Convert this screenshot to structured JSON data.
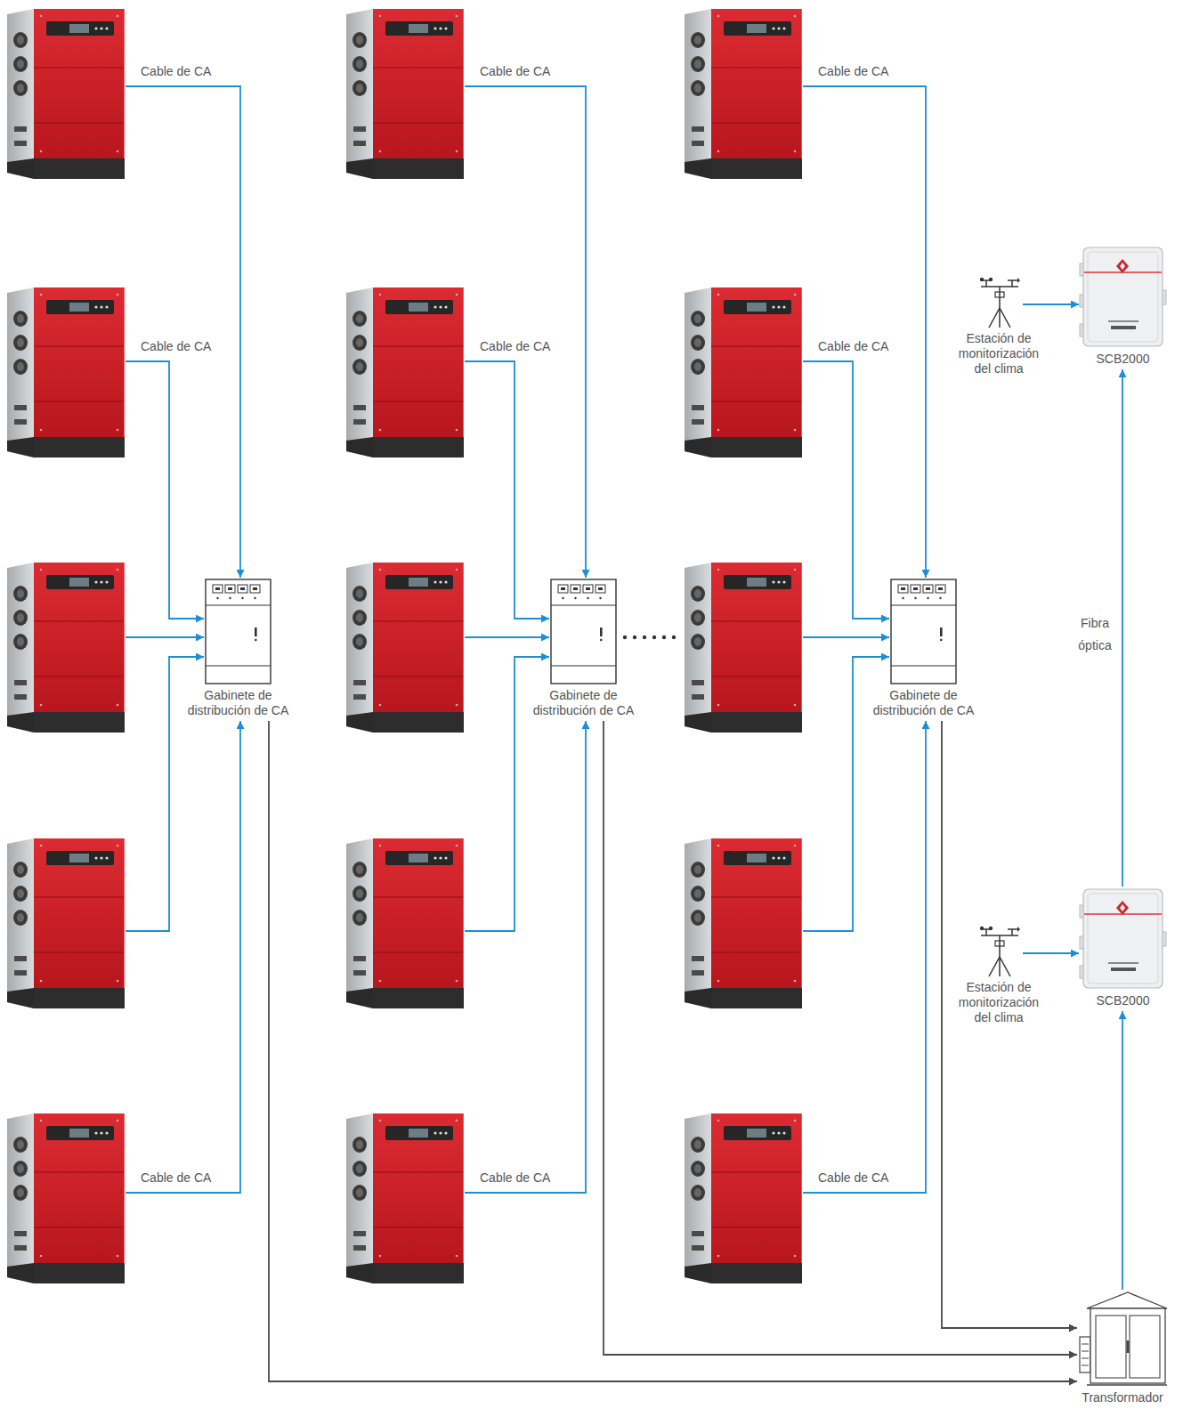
{
  "diagram": {
    "nodes": [
      {
        "text": []
      },
      {
        "text": []
      },
      {
        "text": []
      },
      {
        "text": []
      },
      {
        "text": []
      },
      {
        "text": [
          "Gabinete de distribución de CA"
        ]
      },
      {
        "text": []
      },
      {
        "text": []
      },
      {
        "text": []
      },
      {
        "text": []
      },
      {
        "text": []
      },
      {
        "text": [
          "Gabinete de distribución de CA"
        ]
      },
      {
        "text": []
      },
      {
        "text": []
      },
      {
        "text": []
      },
      {
        "text": []
      },
      {
        "text": []
      },
      {
        "text": [
          "Gabinete de distribución de CA"
        ]
      },
      {
        "text": [
          "Estación de monitorización del clima"
        ]
      },
      {
        "text": [
          "SCB2000"
        ]
      },
      {
        "text": [
          "Estación de monitorización del clima"
        ]
      },
      {
        "text": [
          "SCB2000"
        ]
      },
      {
        "text": [
          "Transformador"
        ]
      }
    ],
    "edges": [
      {
        "from": 0,
        "to": 5,
        "arrow": "to",
        "label": "Cable de CA"
      },
      {
        "from": 1,
        "to": 5,
        "arrow": "to",
        "label": "Cable de CA"
      },
      {
        "from": 2,
        "to": 5,
        "arrow": "to"
      },
      {
        "from": 3,
        "to": 5,
        "arrow": "to"
      },
      {
        "from": 4,
        "to": 5,
        "arrow": "to",
        "label": "Cable de CA"
      },
      {
        "from": 6,
        "to": 11,
        "arrow": "to",
        "label": "Cable de CA"
      },
      {
        "from": 7,
        "to": 11,
        "arrow": "to",
        "label": "Cable de CA"
      },
      {
        "from": 8,
        "to": 11,
        "arrow": "to"
      },
      {
        "from": 9,
        "to": 11,
        "arrow": "to"
      },
      {
        "from": 10,
        "to": 11,
        "arrow": "to",
        "label": "Cable de CA"
      },
      {
        "from": 12,
        "to": 17,
        "arrow": "to",
        "label": "Cable de CA"
      },
      {
        "from": 13,
        "to": 17,
        "arrow": "to",
        "label": "Cable de CA"
      },
      {
        "from": 14,
        "to": 17,
        "arrow": "to"
      },
      {
        "from": 15,
        "to": 17,
        "arrow": "to"
      },
      {
        "from": 16,
        "to": 17,
        "arrow": "to",
        "label": "Cable de CA"
      },
      {
        "from": 5,
        "to": 22,
        "arrow": "to"
      },
      {
        "from": 11,
        "to": 22,
        "arrow": "to"
      },
      {
        "from": 17,
        "to": 22,
        "arrow": "to"
      },
      {
        "from": 18,
        "to": 19,
        "arrow": "to"
      },
      {
        "from": 20,
        "to": 21,
        "arrow": "to"
      },
      {
        "from": 22,
        "to": 21,
        "arrow": "to"
      },
      {
        "from": 21,
        "to": 19,
        "arrow": "to",
        "label": "Fibra óptica"
      }
    ]
  }
}
